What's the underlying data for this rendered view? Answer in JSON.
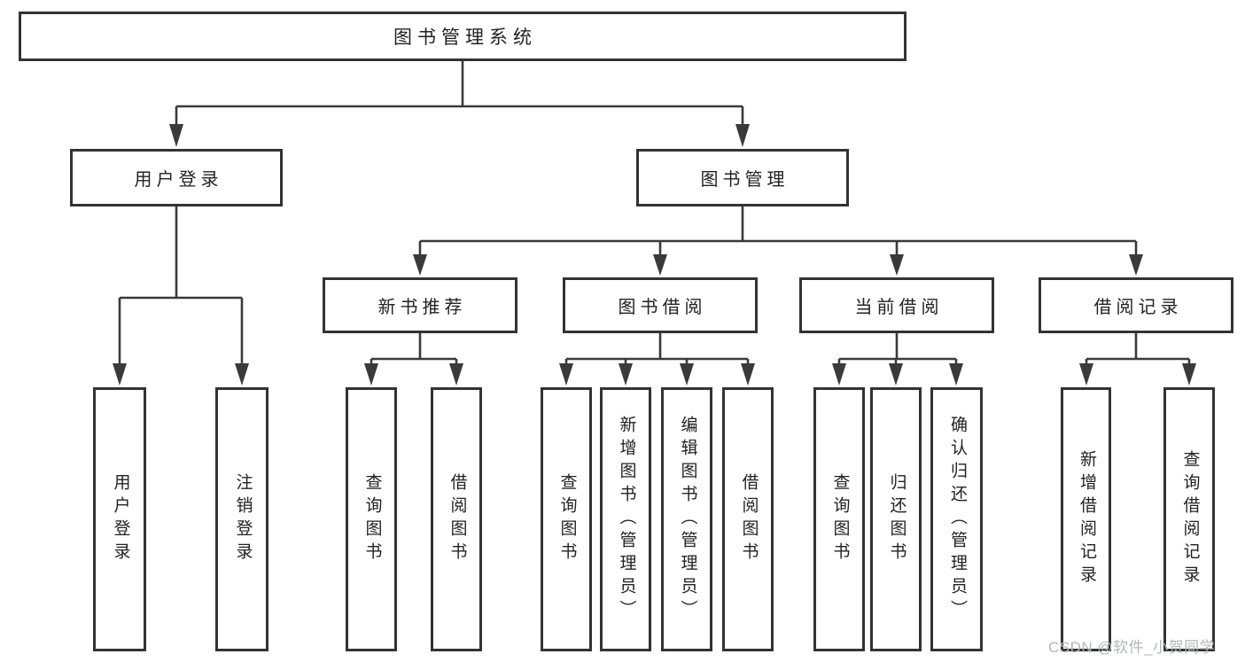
{
  "tree": {
    "root": {
      "label": "图书管理系统"
    },
    "branches": [
      {
        "label": "用户登录",
        "children": [
          {
            "label": "用户登录"
          },
          {
            "label": "注销登录"
          }
        ]
      },
      {
        "label": "图书管理",
        "groups": [
          {
            "label": "新书推荐",
            "children": [
              {
                "label": "查询图书"
              },
              {
                "label": "借阅图书"
              }
            ]
          },
          {
            "label": "图书借阅",
            "children": [
              {
                "label": "查询图书"
              },
              {
                "label": "新增图书（管理员）"
              },
              {
                "label": "编辑图书（管理员）"
              },
              {
                "label": "借阅图书"
              }
            ]
          },
          {
            "label": "当前借阅",
            "children": [
              {
                "label": "查询图书"
              },
              {
                "label": "归还图书"
              },
              {
                "label": "确认归还（管理员）"
              }
            ]
          },
          {
            "label": "借阅记录",
            "children": [
              {
                "label": "新增借阅记录"
              },
              {
                "label": "查询借阅记录"
              }
            ]
          }
        ]
      }
    ]
  },
  "watermark": {
    "text": "CSDN @软件_小贺同学"
  },
  "colors": {
    "line": "#3a3a3a",
    "box_border": "#333333",
    "box_fill": "#ffffff",
    "text": "#222222",
    "watermark": "#b3b6ba",
    "background": "#ffffff"
  }
}
